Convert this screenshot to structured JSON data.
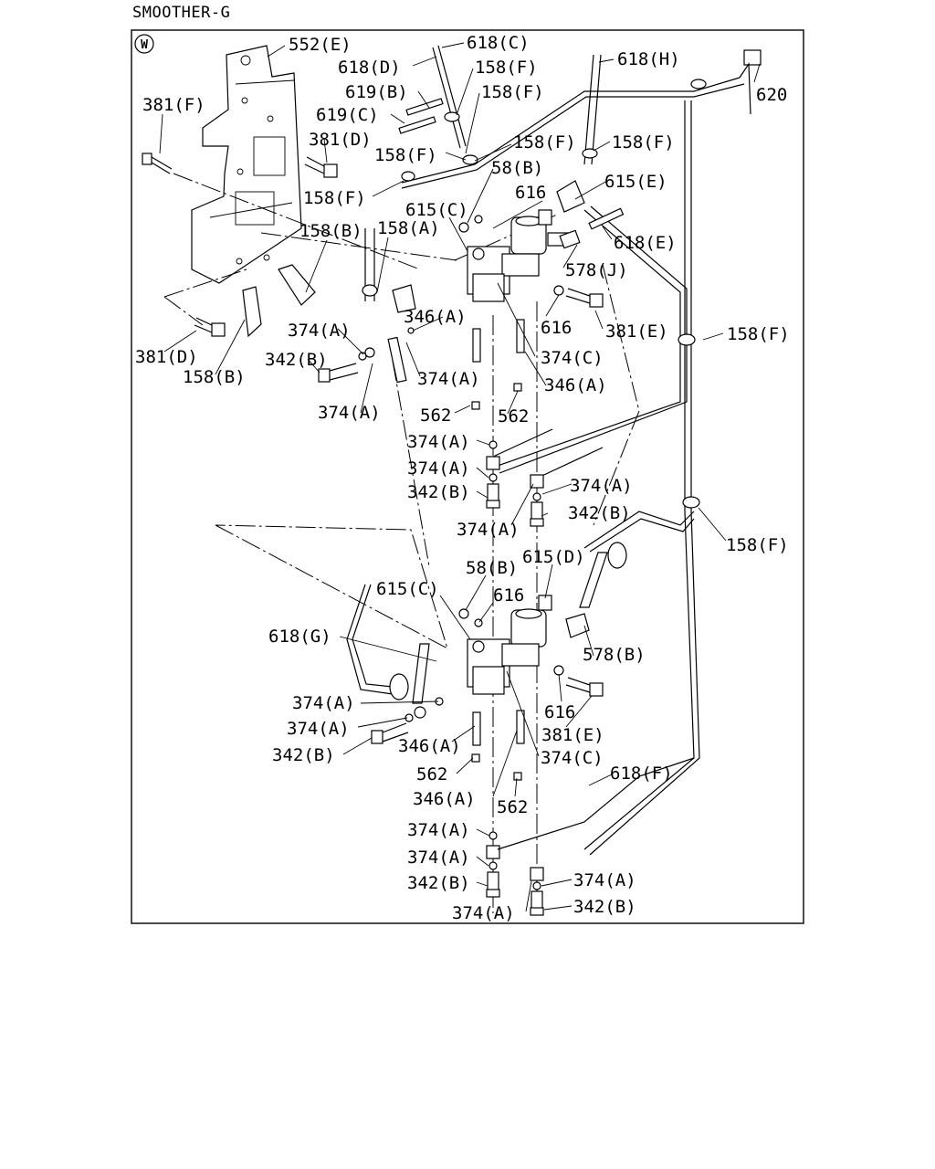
{
  "title": "SMOOTHER-G",
  "badge": "W",
  "callouts": [
    {
      "id": "c01",
      "text": "552(E)"
    },
    {
      "id": "c02",
      "text": "618(C)"
    },
    {
      "id": "c03",
      "text": "618(D)"
    },
    {
      "id": "c04",
      "text": "158(F)"
    },
    {
      "id": "c05",
      "text": "619(B)"
    },
    {
      "id": "c06",
      "text": "158(F)"
    },
    {
      "id": "c07",
      "text": "619(C)"
    },
    {
      "id": "c08",
      "text": "381(F)"
    },
    {
      "id": "c09",
      "text": "381(D)"
    },
    {
      "id": "c10",
      "text": "158(F)"
    },
    {
      "id": "c11",
      "text": "158(F)"
    },
    {
      "id": "c12",
      "text": "158(F)"
    },
    {
      "id": "c13",
      "text": "58(B)"
    },
    {
      "id": "c14",
      "text": "618(H)"
    },
    {
      "id": "c15",
      "text": "620"
    },
    {
      "id": "c16",
      "text": "158(F)"
    },
    {
      "id": "c17",
      "text": "615(E)"
    },
    {
      "id": "c18",
      "text": "616"
    },
    {
      "id": "c19",
      "text": "615(C)"
    },
    {
      "id": "c20",
      "text": "158(B)"
    },
    {
      "id": "c21",
      "text": "158(A)"
    },
    {
      "id": "c22",
      "text": "618(E)"
    },
    {
      "id": "c23",
      "text": "578(J)"
    },
    {
      "id": "c24",
      "text": "346(A)"
    },
    {
      "id": "c25",
      "text": "616"
    },
    {
      "id": "c26",
      "text": "374(A)"
    },
    {
      "id": "c27",
      "text": "381(E)"
    },
    {
      "id": "c28",
      "text": "158(F)"
    },
    {
      "id": "c29",
      "text": "381(D)"
    },
    {
      "id": "c30",
      "text": "342(B)"
    },
    {
      "id": "c31",
      "text": "374(C)"
    },
    {
      "id": "c32",
      "text": "158(B)"
    },
    {
      "id": "c33",
      "text": "374(A)"
    },
    {
      "id": "c34",
      "text": "346(A)"
    },
    {
      "id": "c35",
      "text": "374(A)"
    },
    {
      "id": "c36",
      "text": "562"
    },
    {
      "id": "c37",
      "text": "562"
    },
    {
      "id": "c38",
      "text": "374(A)"
    },
    {
      "id": "c39",
      "text": "374(A)"
    },
    {
      "id": "c40",
      "text": "374(A)"
    },
    {
      "id": "c41",
      "text": "342(B)"
    },
    {
      "id": "c42",
      "text": "342(B)"
    },
    {
      "id": "c43",
      "text": "374(A)"
    },
    {
      "id": "c44",
      "text": "158(F)"
    },
    {
      "id": "c45",
      "text": "615(D)"
    },
    {
      "id": "c46",
      "text": "58(B)"
    },
    {
      "id": "c47",
      "text": "616"
    },
    {
      "id": "c48",
      "text": "615(C)"
    },
    {
      "id": "c49",
      "text": "618(G)"
    },
    {
      "id": "c50",
      "text": "578(B)"
    },
    {
      "id": "c51",
      "text": "374(A)"
    },
    {
      "id": "c52",
      "text": "616"
    },
    {
      "id": "c53",
      "text": "374(A)"
    },
    {
      "id": "c54",
      "text": "381(E)"
    },
    {
      "id": "c55",
      "text": "342(B)"
    },
    {
      "id": "c56",
      "text": "346(A)"
    },
    {
      "id": "c57",
      "text": "374(C)"
    },
    {
      "id": "c58",
      "text": "562"
    },
    {
      "id": "c59",
      "text": "618(F)"
    },
    {
      "id": "c60",
      "text": "346(A)"
    },
    {
      "id": "c61",
      "text": "562"
    },
    {
      "id": "c62",
      "text": "374(A)"
    },
    {
      "id": "c63",
      "text": "374(A)"
    },
    {
      "id": "c64",
      "text": "342(B)"
    },
    {
      "id": "c65",
      "text": "374(A)"
    },
    {
      "id": "c66",
      "text": "374(A)"
    },
    {
      "id": "c67",
      "text": "342(B)"
    }
  ]
}
